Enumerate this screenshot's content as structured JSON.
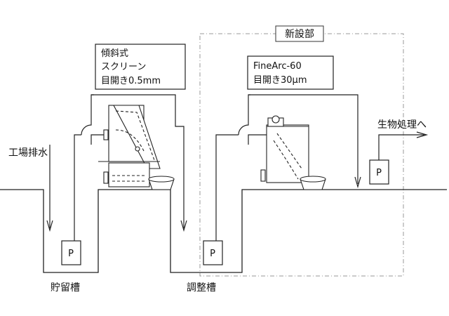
{
  "labels": {
    "new_section": "新設部",
    "factory_wastewater": "工場排水",
    "bio_treatment": "生物処理へ",
    "storage_tank": "貯留槽",
    "adjustment_tank": "調整槽"
  },
  "callouts": {
    "screen_line1": "傾斜式",
    "screen_line2": "スクリーン",
    "screen_line3": "目開き0.5mm",
    "finearc_line1": "FineArc-60",
    "finearc_line2": "目開き30μm"
  },
  "pumps": [
    "P",
    "P",
    "P"
  ]
}
